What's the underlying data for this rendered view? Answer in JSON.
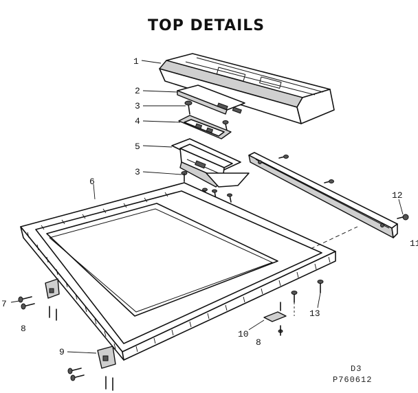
{
  "title": "TOP DETAILS",
  "callouts": {
    "c1": "1",
    "c2": "2",
    "c3a": "3",
    "c4": "4",
    "c5": "5",
    "c3b": "3",
    "c6": "6",
    "c12": "12",
    "c11": "11",
    "c7": "7",
    "c8a": "8",
    "c13": "13",
    "c10": "10",
    "c8b": "8",
    "c9": "9"
  },
  "footer": {
    "sheet": "D3",
    "part_code": "P760612"
  }
}
